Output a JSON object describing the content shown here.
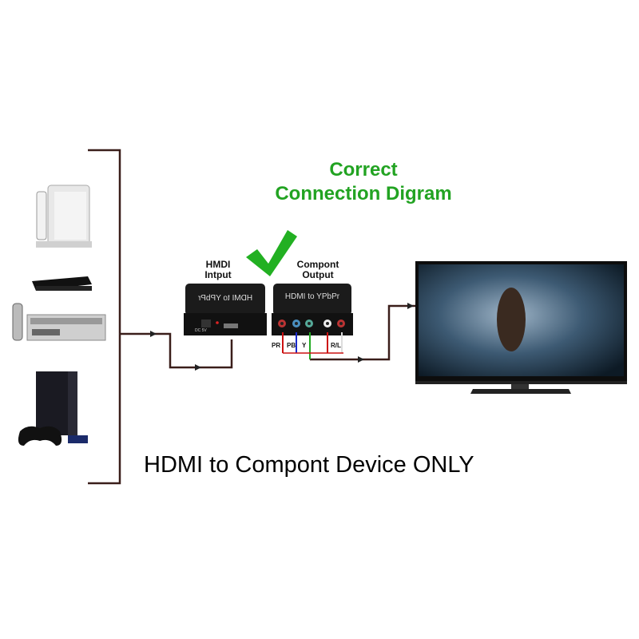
{
  "title": {
    "line1": "Correct",
    "line2": "Connection Digram"
  },
  "input_label": {
    "line1": "HMDI",
    "line2": "Intput"
  },
  "output_label": {
    "line1": "Compont",
    "line2": "Output"
  },
  "converter_text": "HDMI to YPbPr",
  "dc_label": "DC 5V",
  "cables": [
    "PR",
    "PB",
    "Y",
    "R/L"
  ],
  "footer": "HDMI to Compont Device ONLY",
  "colors": {
    "title": "#22a322",
    "check": "#22b022",
    "pr": "#cc1111",
    "pb": "#1a2acc",
    "y": "#22aa22",
    "r": "#cc1111",
    "l": "#dddddd"
  }
}
